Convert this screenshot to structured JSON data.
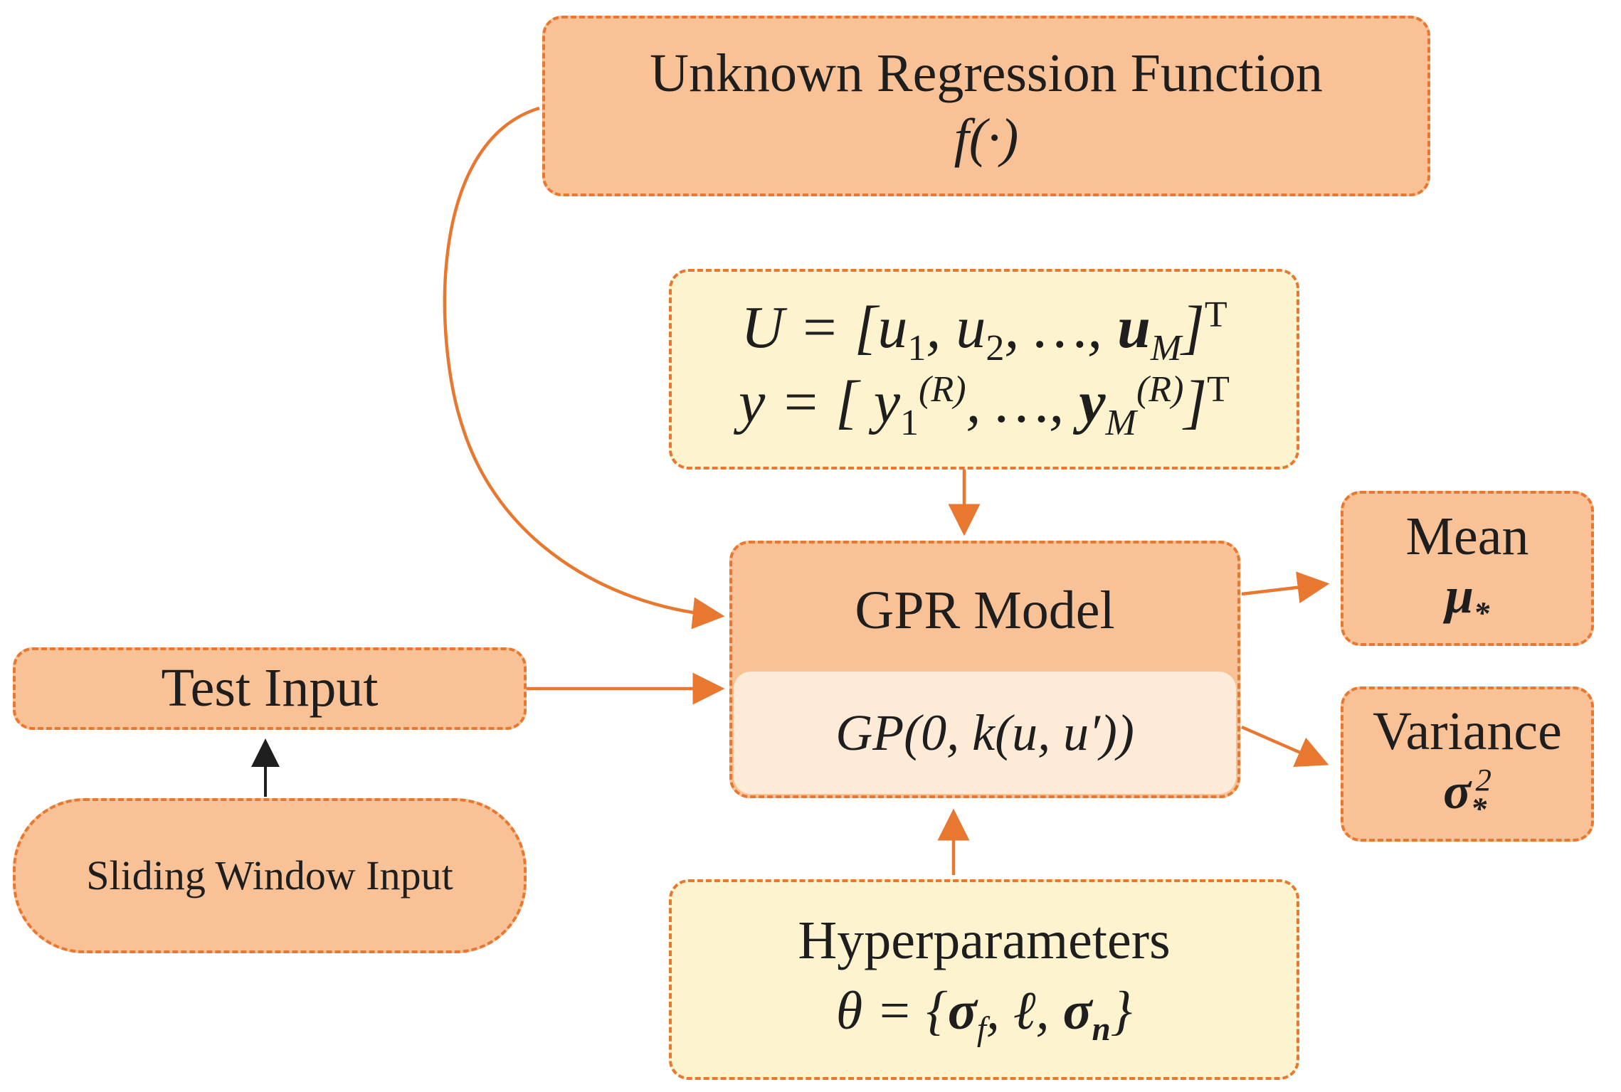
{
  "nodes": {
    "regression": {
      "title": "Unknown Regression Function",
      "formula": "f(·)"
    },
    "training": {
      "line1": {
        "lhs": "U = [",
        "e1": "u",
        "s1": "1",
        "e2": ", u",
        "s2": "2",
        "rest": ", …, ",
        "last": "u",
        "lastsub": "M",
        "close": "]",
        "sup": "T"
      },
      "line2": {
        "lhs": "y = [ ",
        "e1": "y",
        "s1": "1",
        "p1": "(R)",
        "rest": ", …, ",
        "last": "y",
        "lastsub": "M",
        "p2": "(R)",
        "close": "]",
        "sup": "T"
      }
    },
    "gpr": {
      "title": "GPR Model",
      "formula": "GP(0, k(u, u′))"
    },
    "mean": {
      "title": "Mean",
      "symbol": "μ",
      "sub": "*"
    },
    "variance": {
      "title": "Variance",
      "symbol": "σ",
      "sub": "*",
      "sup": "2"
    },
    "test_input": {
      "title": "Test Input"
    },
    "sliding": {
      "title": "Sliding Window Input"
    },
    "hyper": {
      "title": "Hyperparameters",
      "lhs": "θ = {",
      "s1": "σ",
      "s1sub": "f",
      "mid": ", ℓ, ",
      "s2": "σ",
      "s2sub": "n",
      "close": "}"
    }
  },
  "colors": {
    "border": "#e87830",
    "orange_fill": "#f8c196",
    "cream_fill": "#fdf4cf",
    "light_fill": "#fdebd8",
    "edge": "#e87830",
    "black_edge": "#1e1e1e"
  }
}
